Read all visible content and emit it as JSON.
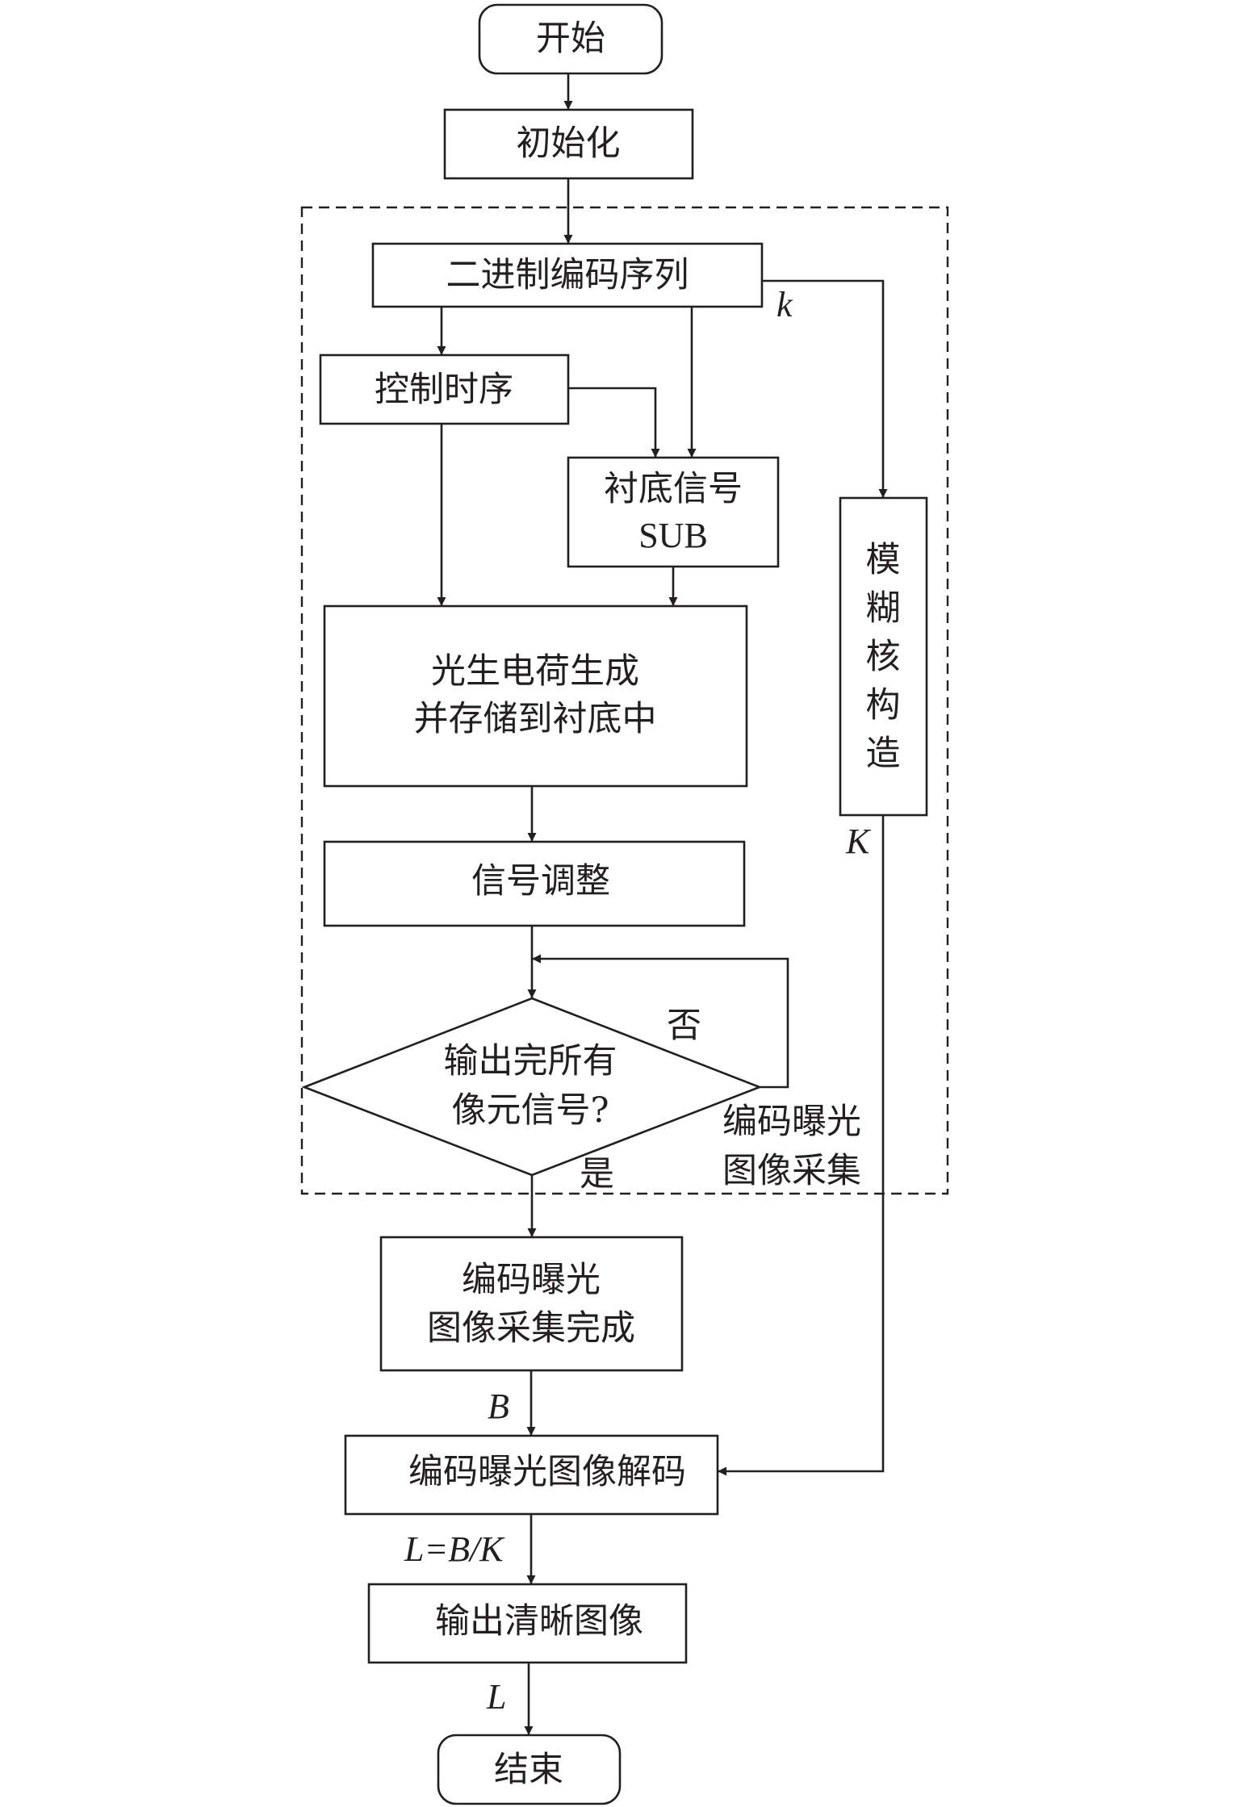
{
  "nodes": {
    "start": "开始",
    "init": "初始化",
    "binary_code": "二进制编码序列",
    "control_timing": "控制时序",
    "substrate_signal": [
      "衬底信号",
      "SUB"
    ],
    "charge_gen": [
      "光生电荷生成",
      "并存储到衬底中"
    ],
    "signal_adjust": "信号调整",
    "decision": [
      "输出完所有",
      "像元信号?"
    ],
    "blur_kernel": [
      "模",
      "糊",
      "核",
      "构",
      "造"
    ],
    "acq_done": [
      "编码曝光",
      "图像采集完成"
    ],
    "decode": "编码曝光图像解码",
    "output_clear": "输出清晰图像",
    "end": "结束"
  },
  "group_label": [
    "编码曝光",
    "图像采集"
  ],
  "edge_labels": {
    "k": "k",
    "K": "K",
    "no": "否",
    "yes": "是",
    "B": "B",
    "L_eq": "L=B/K",
    "L": "L"
  },
  "colors": {
    "stroke": "#231f20",
    "background": "#ffffff"
  }
}
